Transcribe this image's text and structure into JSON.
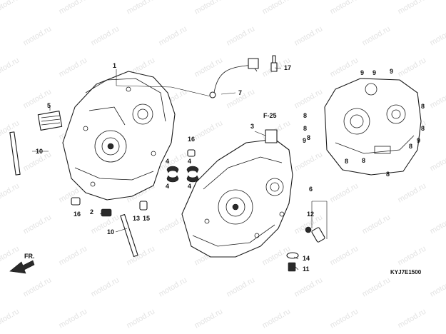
{
  "watermark": "motod.ru",
  "diagram_code": "KYJ7E1500",
  "section_ref": "F-25",
  "direction_label": "FR.",
  "callouts": {
    "c1": "1",
    "c2": "2",
    "c3": "3",
    "c4a": "4",
    "c4b": "4",
    "c4c": "4",
    "c4d": "4",
    "c5": "5",
    "c6": "6",
    "c7": "7",
    "c8": "8",
    "c9": "9",
    "c10a": "10",
    "c10b": "10",
    "c11": "11",
    "c12": "12",
    "c13": "13",
    "c14": "14",
    "c15": "15",
    "c16a": "16",
    "c16b": "16",
    "c17": "17"
  }
}
